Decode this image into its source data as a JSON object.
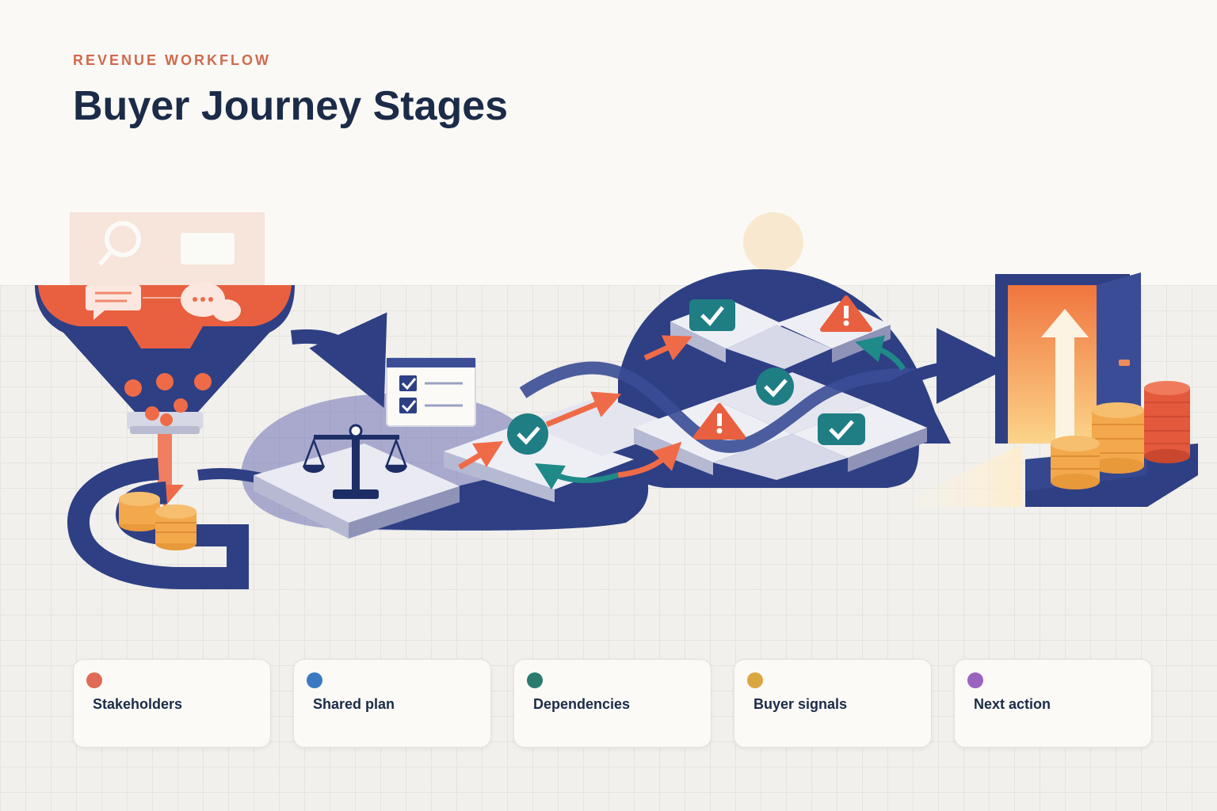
{
  "header": {
    "eyebrow": "REVENUE WORKFLOW",
    "title": "Buyer Journey Stages"
  },
  "colors": {
    "navy": "#2e3f84",
    "orange": "#e8603f",
    "teal": "#1f8a88",
    "gold": "#e8993a",
    "accent_text": "#cf6a4f",
    "title_text": "#1b2b48"
  },
  "icons": [
    "funnel-icon",
    "chat-bubble-icon",
    "coin-stack-icon",
    "balance-scale-icon",
    "checklist-icon",
    "check-badge-icon",
    "warning-badge-icon",
    "lightbulb-icon",
    "open-door-icon",
    "up-arrow-icon"
  ],
  "stages": [
    {
      "label": "Stakeholders",
      "color": "#df6a55"
    },
    {
      "label": "Shared plan",
      "color": "#3a78c2"
    },
    {
      "label": "Dependencies",
      "color": "#2a7a6e"
    },
    {
      "label": "Buyer signals",
      "color": "#d9a640"
    },
    {
      "label": "Next action",
      "color": "#9a63bf"
    }
  ]
}
